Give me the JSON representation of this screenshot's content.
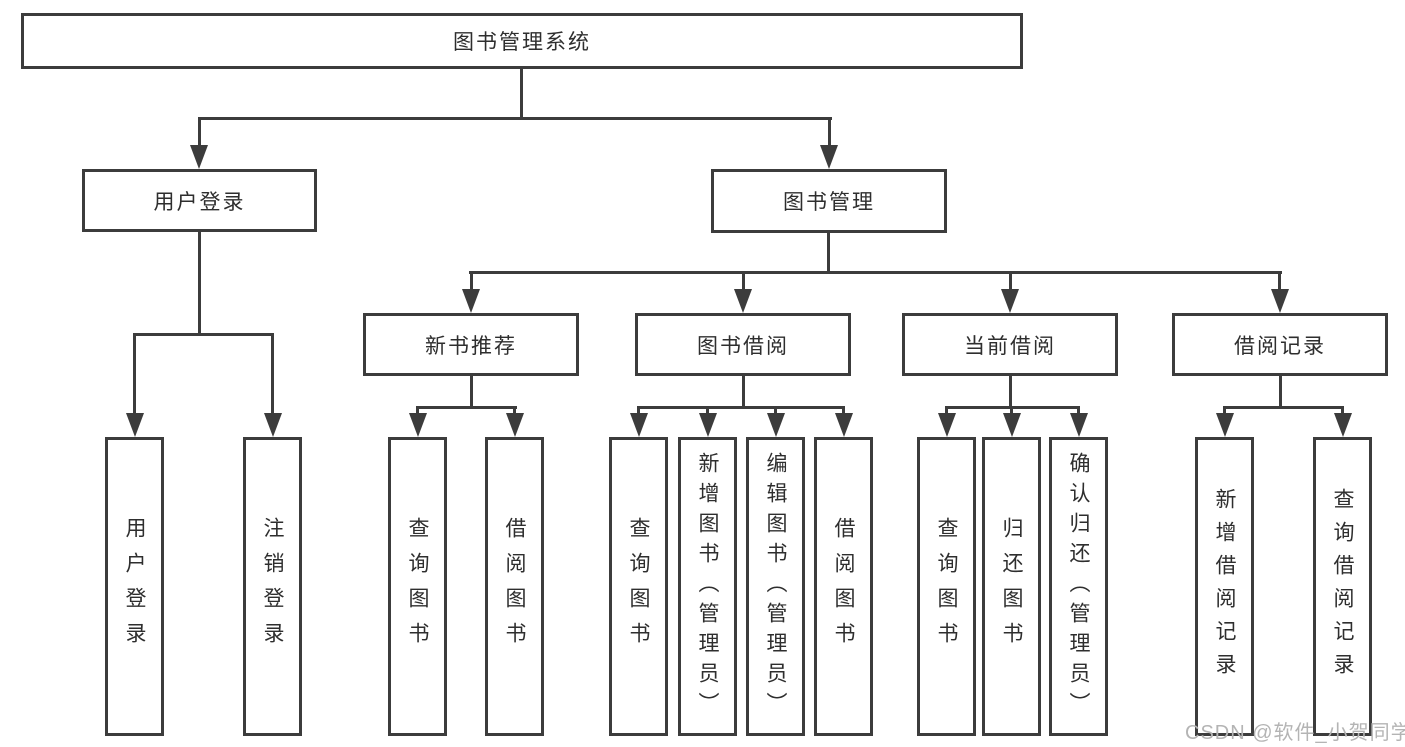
{
  "diagram_type": "functional-structure-tree",
  "tree": {
    "label": "图书管理系统",
    "children": [
      {
        "label": "用户登录",
        "children": [
          {
            "label": "用户登录"
          },
          {
            "label": "注销登录"
          }
        ]
      },
      {
        "label": "图书管理",
        "children": [
          {
            "label": "新书推荐",
            "children": [
              {
                "label": "查询图书"
              },
              {
                "label": "借阅图书"
              }
            ]
          },
          {
            "label": "图书借阅",
            "children": [
              {
                "label": "查询图书"
              },
              {
                "label": "新增图书（管理员）"
              },
              {
                "label": "编辑图书（管理员）"
              },
              {
                "label": "借阅图书"
              }
            ]
          },
          {
            "label": "当前借阅",
            "children": [
              {
                "label": "查询图书"
              },
              {
                "label": "归还图书"
              },
              {
                "label": "确认归还（管理员）"
              }
            ]
          },
          {
            "label": "借阅记录",
            "children": [
              {
                "label": "新增借阅记录"
              },
              {
                "label": "查询借阅记录"
              }
            ]
          }
        ]
      }
    ]
  },
  "watermark": "CSDN @软件_小贺同学",
  "colors": {
    "line": "#3c3c3c",
    "box_fill": "#ffffff",
    "text": "#2e2e2e",
    "watermark": "#b4b4b4"
  }
}
